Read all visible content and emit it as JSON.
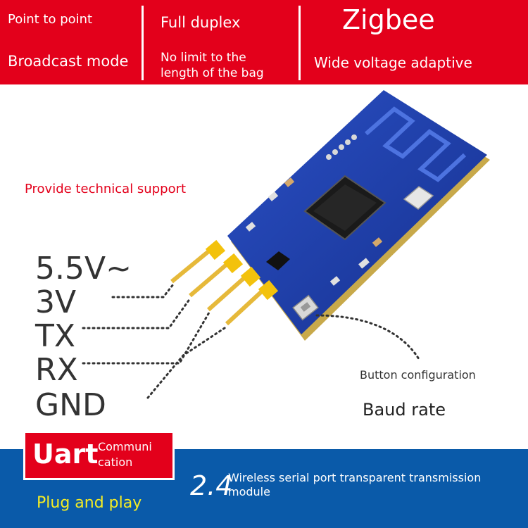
{
  "top_banner": {
    "col1": {
      "line1": "Point to point",
      "line2": "Broadcast mode"
    },
    "col2": {
      "line1": "Full duplex",
      "line2a": "No limit to the",
      "line2b": "length of the bag"
    },
    "col3": {
      "title": "Zigbee",
      "line2": "Wide voltage adaptive"
    }
  },
  "support": "Provide technical support",
  "pins": [
    "5.5V~",
    "3V",
    "TX",
    "RX",
    "GND"
  ],
  "button_config": "Button configuration",
  "baud_rate": "Baud rate",
  "badge": {
    "main": "Uart",
    "sub1": "Communi",
    "sub2": "cation"
  },
  "bottom": {
    "prefix": "2.4",
    "desc_line1": "Wireless serial port transparent transmission",
    "desc_line2": "module",
    "plug": "Plug and play"
  },
  "colors": {
    "red": "#e3001b",
    "blue": "#0a5aa9",
    "yellow": "#f5ec23",
    "pcb": "#1f3fae"
  }
}
